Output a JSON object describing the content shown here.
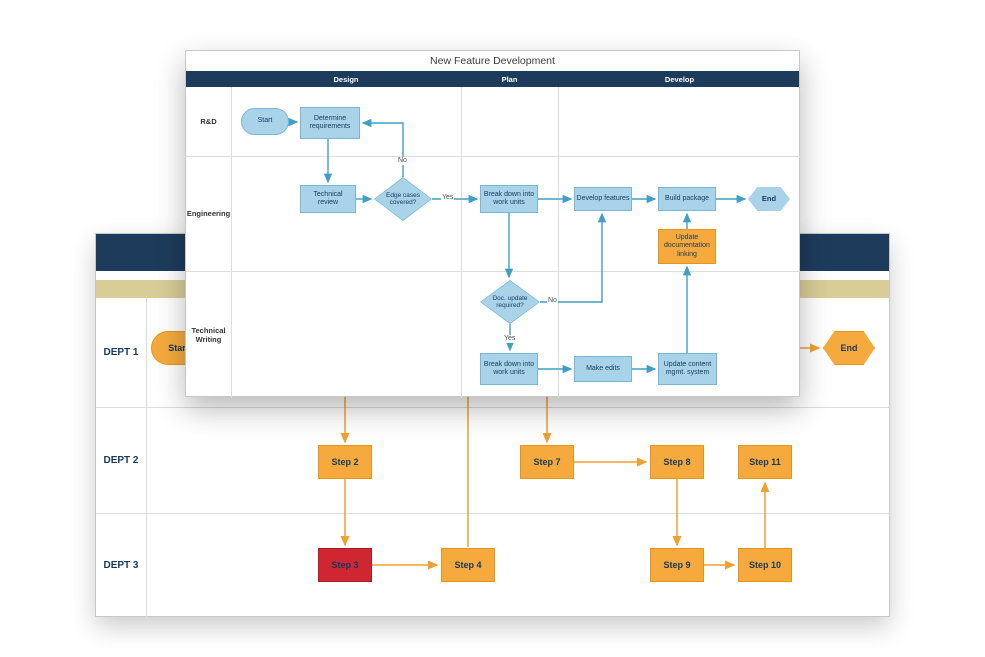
{
  "front_panel": {
    "title": "New Feature Development",
    "columns": [
      "Design",
      "Plan",
      "Develop"
    ],
    "lanes": [
      "R&D",
      "Engineering",
      "Technical Writing"
    ],
    "nodes": {
      "start": "Start",
      "determine_requirements": "Determine requirements",
      "technical_review": "Technical review",
      "edge_cases_covered": "Edge cases covered?",
      "break_down_work_units_1": "Break down into work units",
      "develop_features": "Develop features",
      "build_package": "Build package",
      "end": "End",
      "update_documentation_linking": "Update documentation linking",
      "doc_update_required": "Doc. update required?",
      "break_down_work_units_2": "Break down into work units",
      "make_edits": "Make edits",
      "update_content_mgmt_system": "Update content mgmt. system"
    },
    "branch_labels": {
      "edge_no": "No",
      "edge_yes": "Yes",
      "doc_no": "No",
      "doc_yes": "Yes"
    }
  },
  "back_panel": {
    "lanes": [
      "DEPT 1",
      "DEPT 2",
      "DEPT 3"
    ],
    "nodes": {
      "start": "Start",
      "end": "End",
      "step2": "Step 2",
      "step3": "Step 3",
      "step4": "Step 4",
      "step7": "Step 7",
      "step8": "Step 8",
      "step9": "Step 9",
      "step10": "Step 10",
      "step11": "Step 11"
    }
  },
  "colors": {
    "navy_header": "#1d3c5c",
    "tan_band": "#d8cd97",
    "blue_shape_fill": "#a9d3e9",
    "blue_connector": "#3f9fc4",
    "orange_shape_fill": "#f6aa3d",
    "orange_connector": "#f0a030",
    "red_shape_fill": "#cf2631"
  }
}
